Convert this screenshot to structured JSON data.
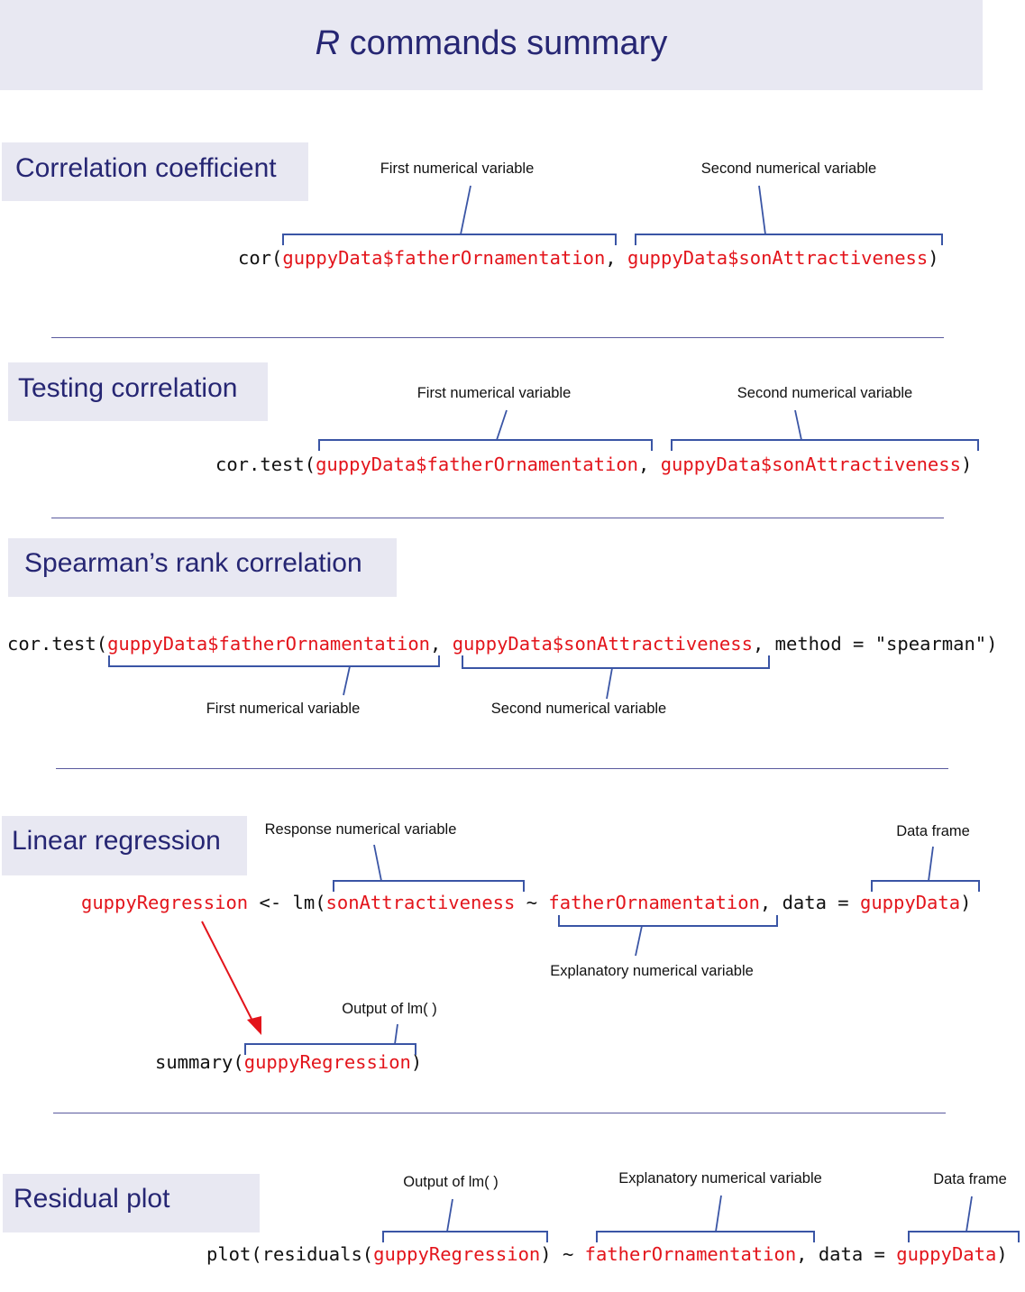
{
  "header": {
    "title_r": "R",
    "title_rest": " commands summary"
  },
  "colors": {
    "accent": "#262673",
    "variable": "#e3141b",
    "bracket": "#3a55a5",
    "panel": "#e8e8f2"
  },
  "sections": [
    {
      "title": "Correlation coefficient",
      "code": [
        {
          "t": "cor(",
          "var": false
        },
        {
          "t": "guppyData$fatherOrnamentation",
          "var": true
        },
        {
          "t": ", ",
          "var": false
        },
        {
          "t": "guppyData$sonAttractiveness",
          "var": true
        },
        {
          "t": ")",
          "var": false
        }
      ],
      "annotations": [
        "First numerical variable",
        "Second numerical variable"
      ]
    },
    {
      "title": "Testing correlation",
      "code": [
        {
          "t": "cor.test(",
          "var": false
        },
        {
          "t": "guppyData$fatherOrnamentation",
          "var": true
        },
        {
          "t": ", ",
          "var": false
        },
        {
          "t": "guppyData$sonAttractiveness",
          "var": true
        },
        {
          "t": ")",
          "var": false
        }
      ],
      "annotations": [
        "First numerical variable",
        "Second numerical variable"
      ]
    },
    {
      "title": "Spearman’s rank correlation",
      "code": [
        {
          "t": "cor.test(",
          "var": false
        },
        {
          "t": "guppyData$fatherOrnamentation",
          "var": true
        },
        {
          "t": ", ",
          "var": false
        },
        {
          "t": "guppyData$sonAttractiveness",
          "var": true
        },
        {
          "t": ", method = \"spearman\")",
          "var": false
        }
      ],
      "annotations": [
        "First numerical variable",
        "Second numerical variable"
      ]
    },
    {
      "title": "Linear regression",
      "code": [
        {
          "t": "guppyRegression",
          "var": true
        },
        {
          "t": " <- lm(",
          "var": false
        },
        {
          "t": "sonAttractiveness",
          "var": true
        },
        {
          "t": " ~ ",
          "var": false
        },
        {
          "t": "fatherOrnamentation",
          "var": true
        },
        {
          "t": ", data = ",
          "var": false
        },
        {
          "t": "guppyData",
          "var": true
        },
        {
          "t": ")",
          "var": false
        }
      ],
      "code2": [
        {
          "t": "summary(",
          "var": false
        },
        {
          "t": "guppyRegression",
          "var": true
        },
        {
          "t": ")",
          "var": false
        }
      ],
      "annotations": [
        "Response numerical variable",
        "Data frame",
        "Explanatory numerical variable",
        "Output of lm( )"
      ]
    },
    {
      "title": "Residual plot",
      "code": [
        {
          "t": "plot(residuals(",
          "var": false
        },
        {
          "t": "guppyRegression",
          "var": true
        },
        {
          "t": ") ~ ",
          "var": false
        },
        {
          "t": "fatherOrnamentation",
          "var": true
        },
        {
          "t": ", data = ",
          "var": false
        },
        {
          "t": "guppyData",
          "var": true
        },
        {
          "t": ")",
          "var": false
        }
      ],
      "annotations": [
        "Output of lm( )",
        "Explanatory numerical variable",
        "Data frame"
      ]
    }
  ]
}
